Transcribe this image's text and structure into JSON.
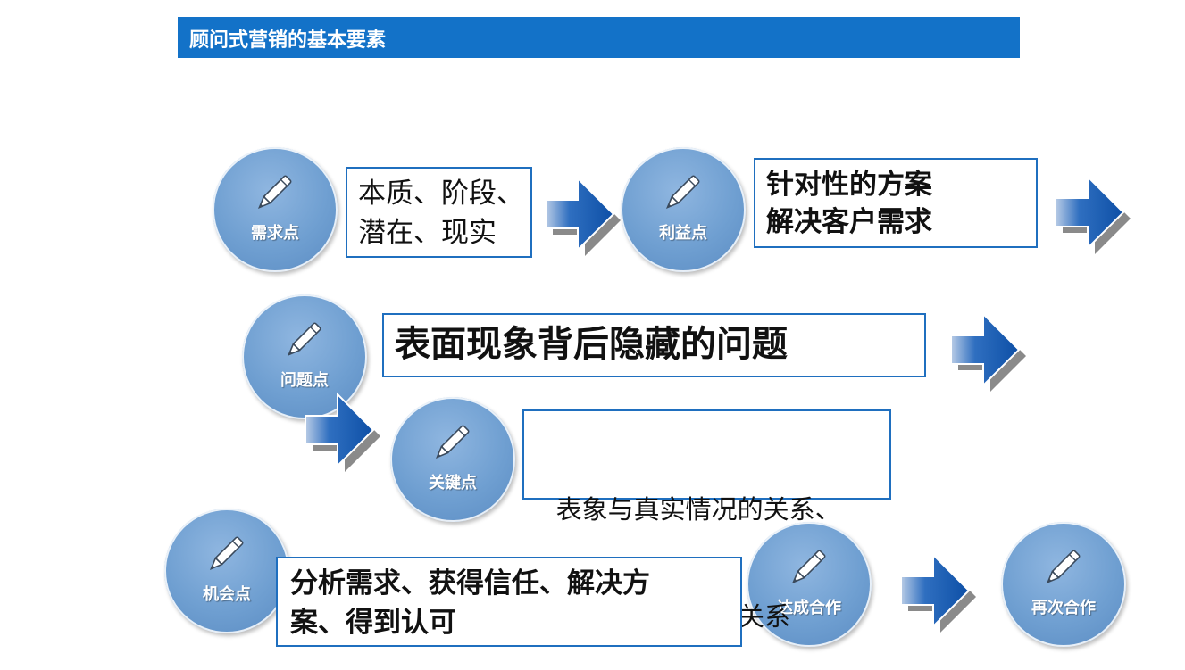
{
  "title": "顾问式营销的基本要素",
  "nodes": {
    "need": "需求点",
    "benefit": "利益点",
    "problem": "问题点",
    "key": "关键点",
    "opportunity": "机会点",
    "deal": "达成合作",
    "again": "再次合作"
  },
  "boxes": {
    "need": [
      "本质、阶段、",
      "潜在、现实"
    ],
    "benefit": [
      "针对性的方案",
      "解决客户需求"
    ],
    "problem": [
      "表面现象背后隐藏的问题"
    ],
    "key": [
      "   表象与真实情况的关系、",
      "产品与解决方案的关系"
    ],
    "opportunity": [
      "分析需求、获得信任、解决方",
      "案、得到认可"
    ]
  },
  "colors": {
    "title_bar": "#1372C8",
    "box_border": "#1f6fbf",
    "node_fill": "#6f9fd1",
    "arrow_fill": "#1a5fb4"
  },
  "icons": [
    "pencil-icon",
    "arrow-right-icon"
  ]
}
